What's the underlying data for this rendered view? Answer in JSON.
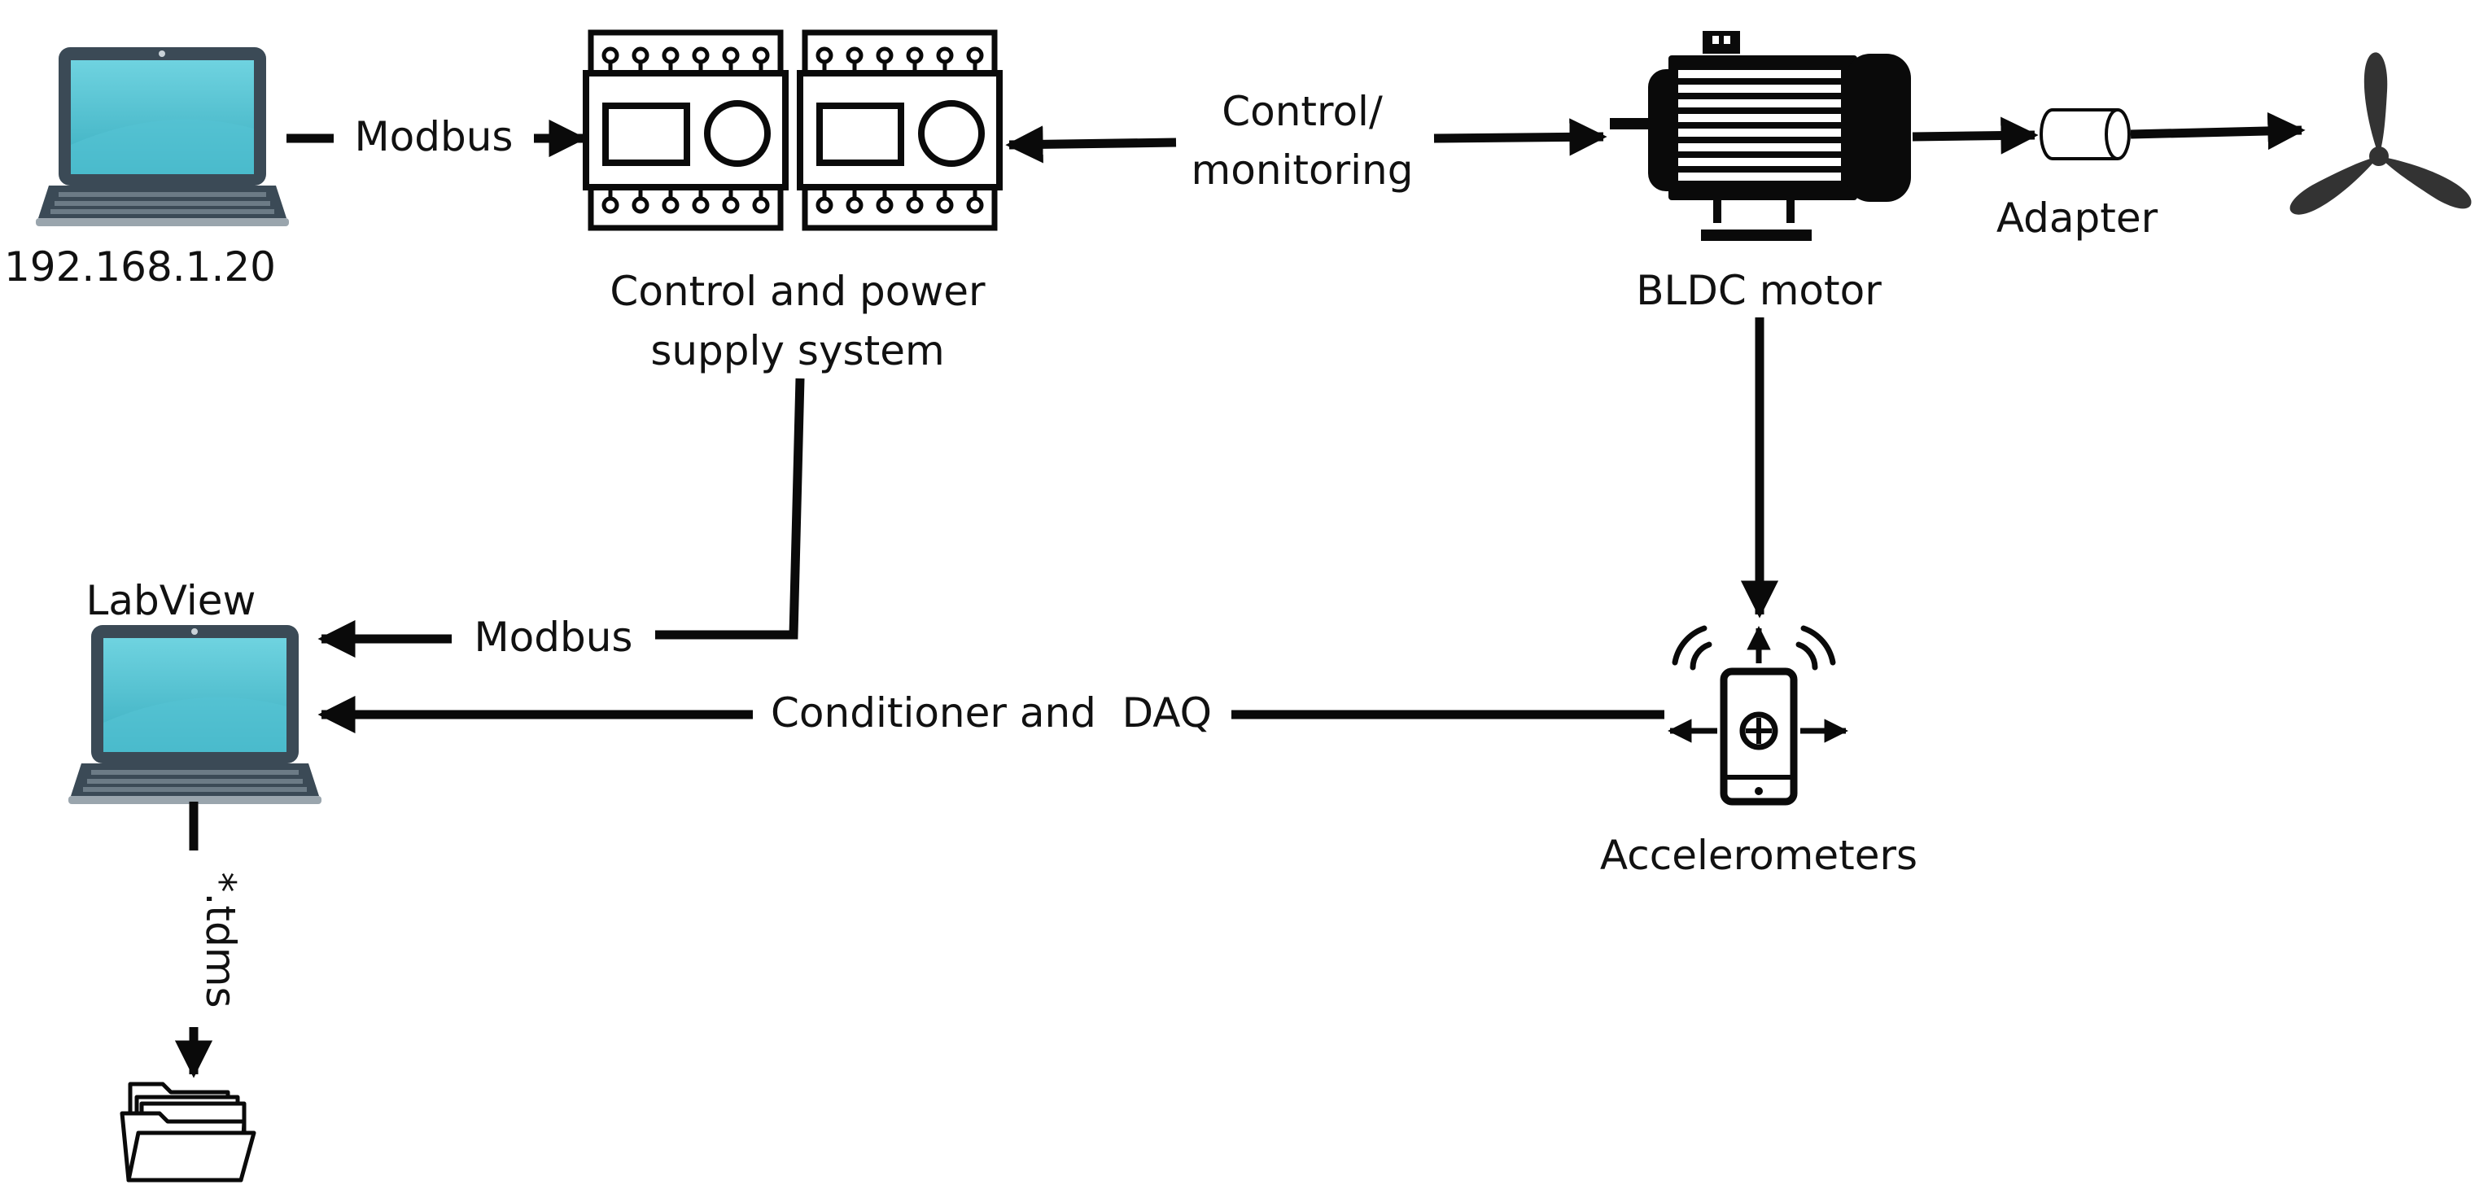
{
  "labels": {
    "pc_ip": "192.168.1.20",
    "modbus_top": "Modbus",
    "control_l1": "Control and power",
    "control_l2": "supply system",
    "ctrl_mon_l1": "Control/",
    "ctrl_mon_l2": "monitoring",
    "motor": "BLDC motor",
    "adapter": "Adapter",
    "labview": "LabView",
    "modbus_bottom": "Modbus",
    "daq": "Conditioner and  DAQ",
    "accelerometers": "Accelerometers",
    "tdms": "*.tdms"
  },
  "colors": {
    "line": "#0a0a0a",
    "screen_light": "#6fd3e0",
    "screen_dark": "#3aaec0",
    "laptop_base": "#3b4a56",
    "keys": "#6c7b86",
    "laptop_rim": "#9aa5ad",
    "folder_fill": "#ffffff",
    "propeller": "#333333"
  },
  "icons": [
    "laptop-icon",
    "control-module-icon",
    "motor-icon",
    "coupling-icon",
    "propeller-icon",
    "accelerometer-icon",
    "folder-icon"
  ]
}
